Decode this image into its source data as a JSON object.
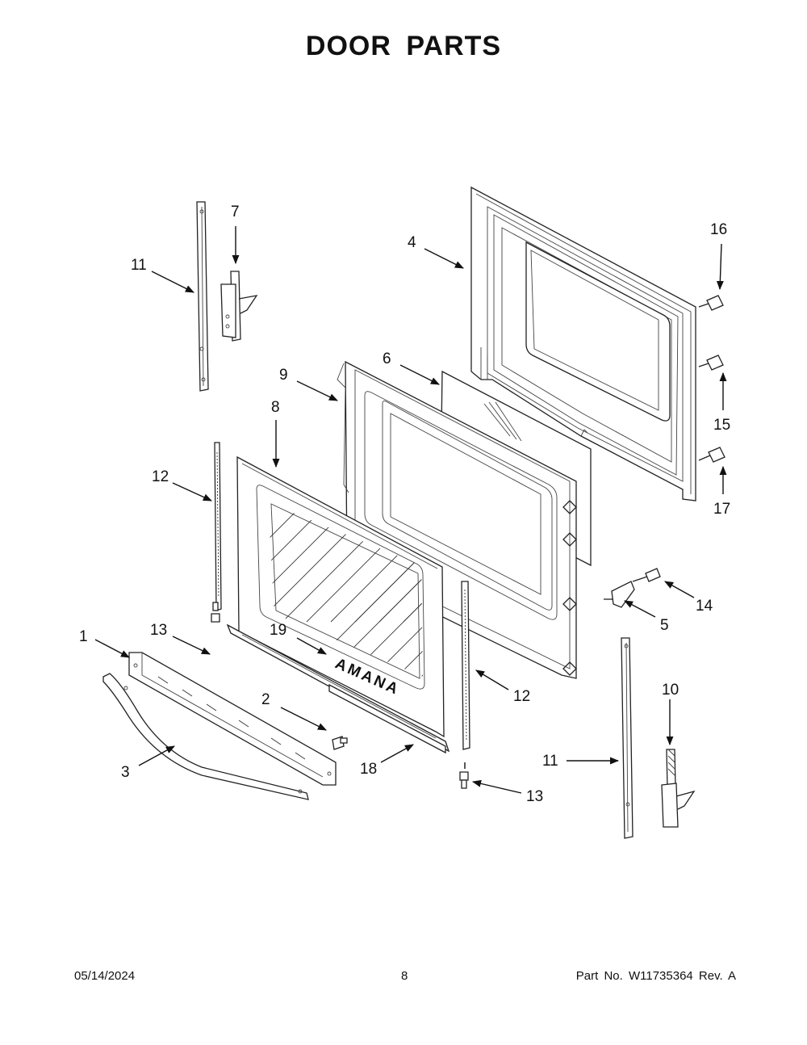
{
  "title": "DOOR PARTS",
  "footer": {
    "date": "05/14/2024",
    "page": "8",
    "part_number": "Part No.  W11735364  Rev.  A"
  },
  "callouts": {
    "c1": "1",
    "c2": "2",
    "c3": "3",
    "c4": "4",
    "c5": "5",
    "c6": "6",
    "c7": "7",
    "c8": "8",
    "c9": "9",
    "c10": "10",
    "c11a": "11",
    "c11b": "11",
    "c12a": "12",
    "c12b": "12",
    "c13a": "13",
    "c13b": "13",
    "c14": "14",
    "c15": "15",
    "c16": "16",
    "c17": "17",
    "c18": "18",
    "c19": "19"
  },
  "door_logo": "AMANA"
}
